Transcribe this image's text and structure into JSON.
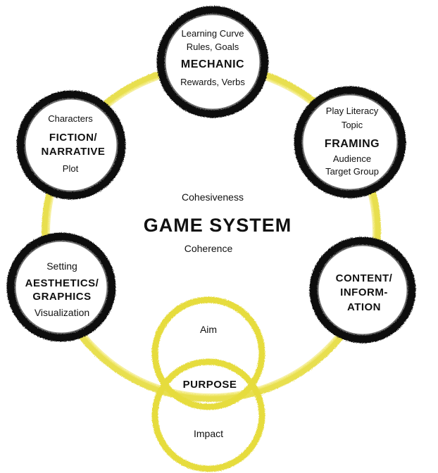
{
  "center": {
    "top": "Cohesiveness",
    "title": "GAME SYSTEM",
    "bottom": "Coherence"
  },
  "nodes": {
    "mechanic": {
      "line1": "Learning Curve",
      "line2": "Rules, Goals",
      "title": "MECHANIC",
      "line3": "Rewards, Verbs"
    },
    "framing": {
      "line1": "Play Literacy",
      "line2": "Topic",
      "title": "FRAMING",
      "line3": "Audience",
      "line4": "Target Group"
    },
    "content": {
      "title1": "CONTENT/",
      "title2": "INFORM-",
      "title3": "ATION"
    },
    "purpose": {
      "top": "Aim",
      "title": "PURPOSE",
      "bottom": "Impact"
    },
    "aesthetics": {
      "line1": "Setting",
      "title1": "AESTHETICS/",
      "title2": "GRAPHICS",
      "line2": "Visualization"
    },
    "fiction": {
      "line1": "Characters",
      "title1": "FICTION/",
      "title2": "NARRATIVE",
      "line2": "Plot"
    }
  },
  "colors": {
    "ring": "#e6dc3c",
    "ring_light": "#f2ea7a",
    "node_stroke": "#111111",
    "text": "#111111"
  }
}
